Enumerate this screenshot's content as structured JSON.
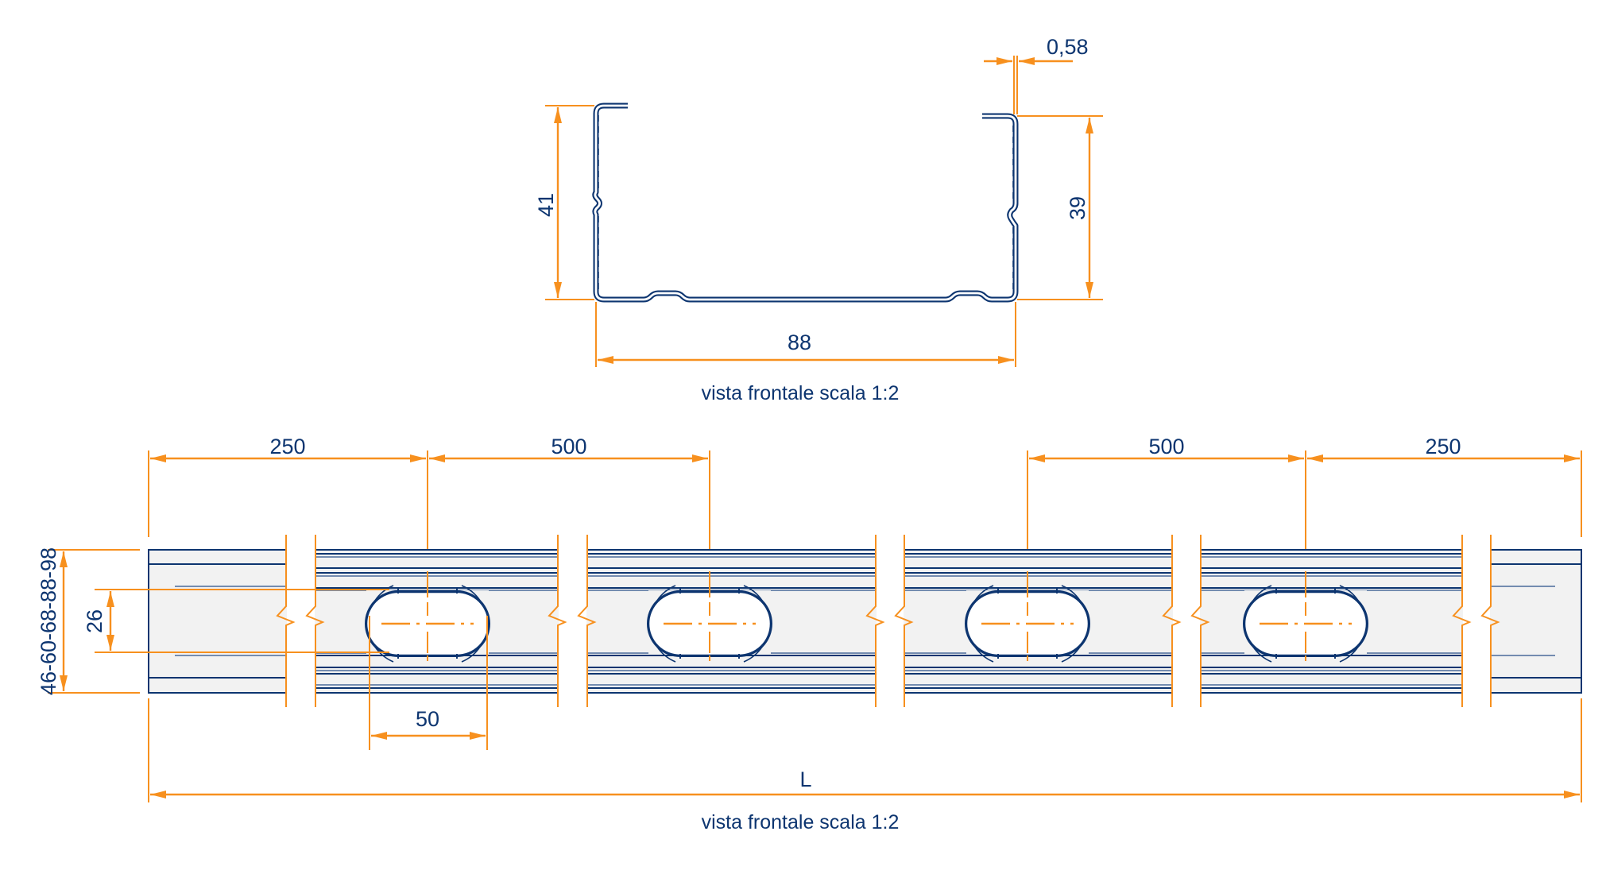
{
  "drawing": {
    "type": "technical-drawing",
    "subject": "C-profile metal stud with oval service holes",
    "colors": {
      "profile_line": "#0d3570",
      "dimension_line": "#f7901e",
      "text": "#0d3570",
      "profile_fill": "#f2f2f2"
    }
  },
  "section_view": {
    "dimensions": {
      "thickness": "0,58",
      "left_flange_height": "41",
      "right_flange_height": "39",
      "web_width": "88"
    },
    "caption": "vista frontale scala 1:2"
  },
  "front_view": {
    "dimensions": {
      "first_offset": "250",
      "spacing_left": "500",
      "spacing_right": "500",
      "last_offset": "250",
      "profile_heights": "46-60-68-88-98",
      "hole_height": "26",
      "hole_width": "50",
      "length": "L"
    },
    "hole_count": 4,
    "break_marks": 5,
    "caption": "vista frontale scala 1:2"
  }
}
